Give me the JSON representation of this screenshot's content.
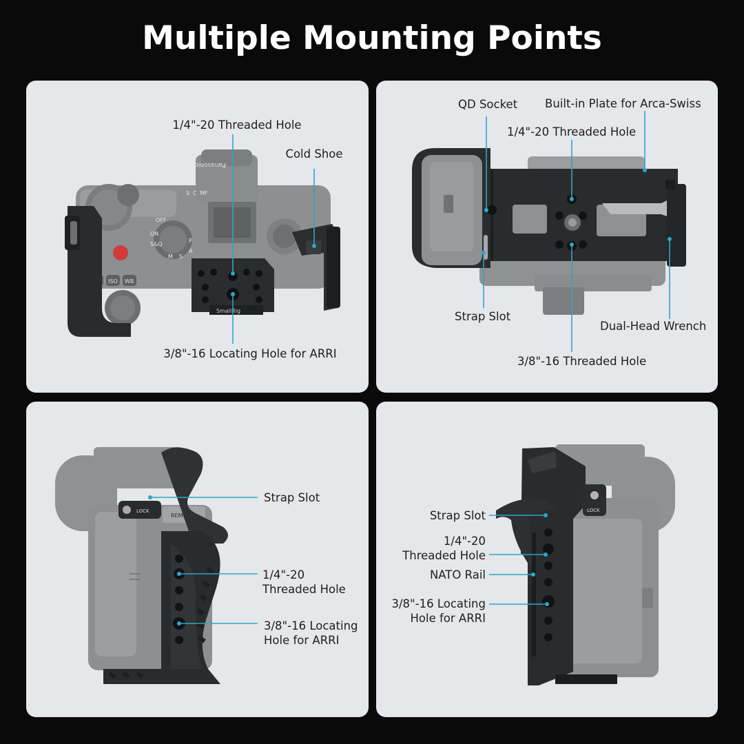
{
  "title": "Multiple Mounting Points",
  "panels": {
    "top_left": {
      "labels": {
        "threaded_hole": "1/4\"-20 Threaded Hole",
        "cold_shoe": "Cold Shoe",
        "locating_hole": "3/8\"-16 Locating Hole for ARRI"
      },
      "camera_text": {
        "brand": "Panasonic",
        "cage_brand": "SmallRig",
        "button_iso": "ISO",
        "button_wb": "WB",
        "mode_off": "OFF",
        "mode_on": "ON",
        "mode_sq": "S&Q",
        "mode_p": "P",
        "mode_a": "A",
        "mode_s": "S",
        "mode_m": "M",
        "dial_s": "S",
        "dial_c": "C",
        "dial_mf": "MF"
      }
    },
    "top_right": {
      "labels": {
        "qd_socket": "QD Socket",
        "arca_plate": "Built-in Plate for Arca-Swiss",
        "threaded_hole": "1/4\"-20 Threaded Hole",
        "strap_slot": "Strap Slot",
        "wrench": "Dual-Head Wrench",
        "threaded_hole_38": "3/8\"-16 Threaded Hole"
      }
    },
    "bottom_left": {
      "labels": {
        "strap_slot": "Strap Slot",
        "threaded_hole_line1": "1/4\"-20",
        "threaded_hole_line2": "Threaded Hole",
        "locating_line1": "3/8\"-16 Locating",
        "locating_line2": "Hole for ARRI"
      },
      "camera_text": {
        "lock": "LOCK",
        "remote": "REMOTE"
      }
    },
    "bottom_right": {
      "labels": {
        "strap_slot": "Strap Slot",
        "threaded_hole_line1": "1/4\"-20",
        "threaded_hole_line2": "Threaded Hole",
        "nato_rail": "NATO Rail",
        "locating_line1": "3/8\"-16 Locating",
        "locating_line2": "Hole for ARRI"
      },
      "camera_text": {
        "lock": "LOCK"
      }
    }
  },
  "colors": {
    "background": "#0a0a0a",
    "panel": "#e5e7ea",
    "leader": "#2ba7c9",
    "title": "#ffffff",
    "label": "#1e1e1e"
  }
}
